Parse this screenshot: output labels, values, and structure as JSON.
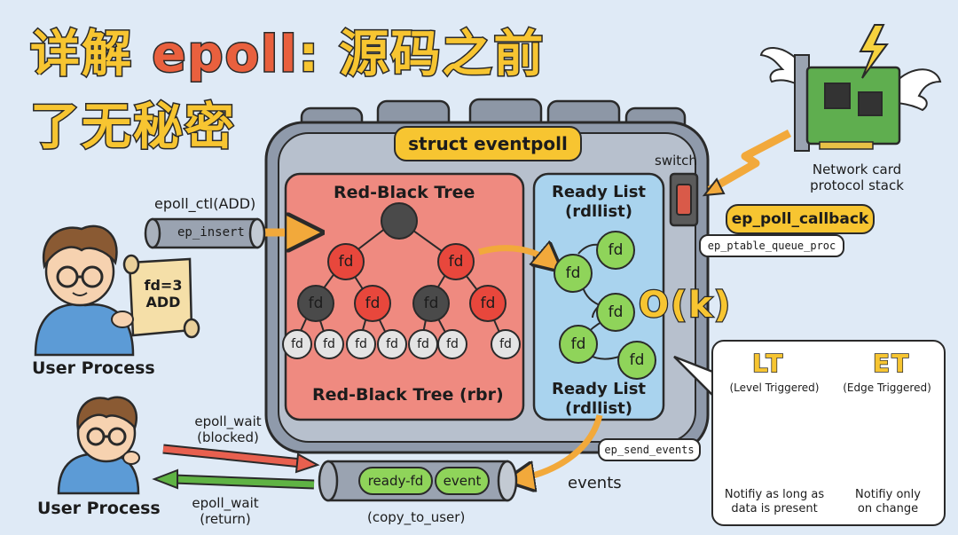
{
  "title": {
    "line1_prefix": "详解 ",
    "line1_highlight": "epoll",
    "line1_suffix": ": 源码之前",
    "line2": "了无秘密"
  },
  "eventpoll": {
    "struct_label": "struct eventpoll",
    "rbtree_title": "Red-Black Tree",
    "rbtree_footer": "Red-Black Tree (rbr)",
    "ready_title_1": "Ready List",
    "ready_title_2": "(rdllist)",
    "ready_footer_1": "Ready List",
    "ready_footer_2": "(rdllist)",
    "complexity": "O(k)",
    "switch_label": "switch",
    "node_label": "fd"
  },
  "left": {
    "epoll_ctl": "epoll_ctl(ADD)",
    "ep_insert": "ep_insert",
    "scroll_line1": "fd=3",
    "scroll_line2": "ADD",
    "user_process_top": "User Process",
    "user_process_bottom": "User Process",
    "epoll_wait_blocked_1": "epoll_wait",
    "epoll_wait_blocked_2": "(blocked)",
    "epoll_wait_return_1": "epoll_wait",
    "epoll_wait_return_2": "(return)"
  },
  "bottom": {
    "ready_fd": "ready-fd",
    "event": "event",
    "copy_to_user": "(copy_to_user)",
    "events": "events",
    "ep_send_events": "ep_send_events"
  },
  "right": {
    "network_card_1": "Network card",
    "network_card_2": "protocol stack",
    "ep_poll_callback": "ep_poll_callback",
    "ep_ptable_queue_proc": "ep_ptable_queue_proc"
  },
  "legend": {
    "lt_title": "LT",
    "lt_sub": "(Level Triggered)",
    "lt_desc_1": "Notifiy as long as",
    "lt_desc_2": "data is present",
    "et_title": "ET",
    "et_sub": "(Edge Triggered)",
    "et_desc_1": "Notifiy only",
    "et_desc_2": "on change"
  },
  "colors": {
    "title_yellow": "#f7c531",
    "title_orange": "#e9603e",
    "rbtree_bg": "#ef8a80",
    "ready_bg": "#a9d3ee",
    "node_red": "#e8473c",
    "node_green": "#8fd45a",
    "arrow_orange": "#f2a93b",
    "arrow_red": "#e8604f",
    "arrow_green": "#5fb344"
  }
}
